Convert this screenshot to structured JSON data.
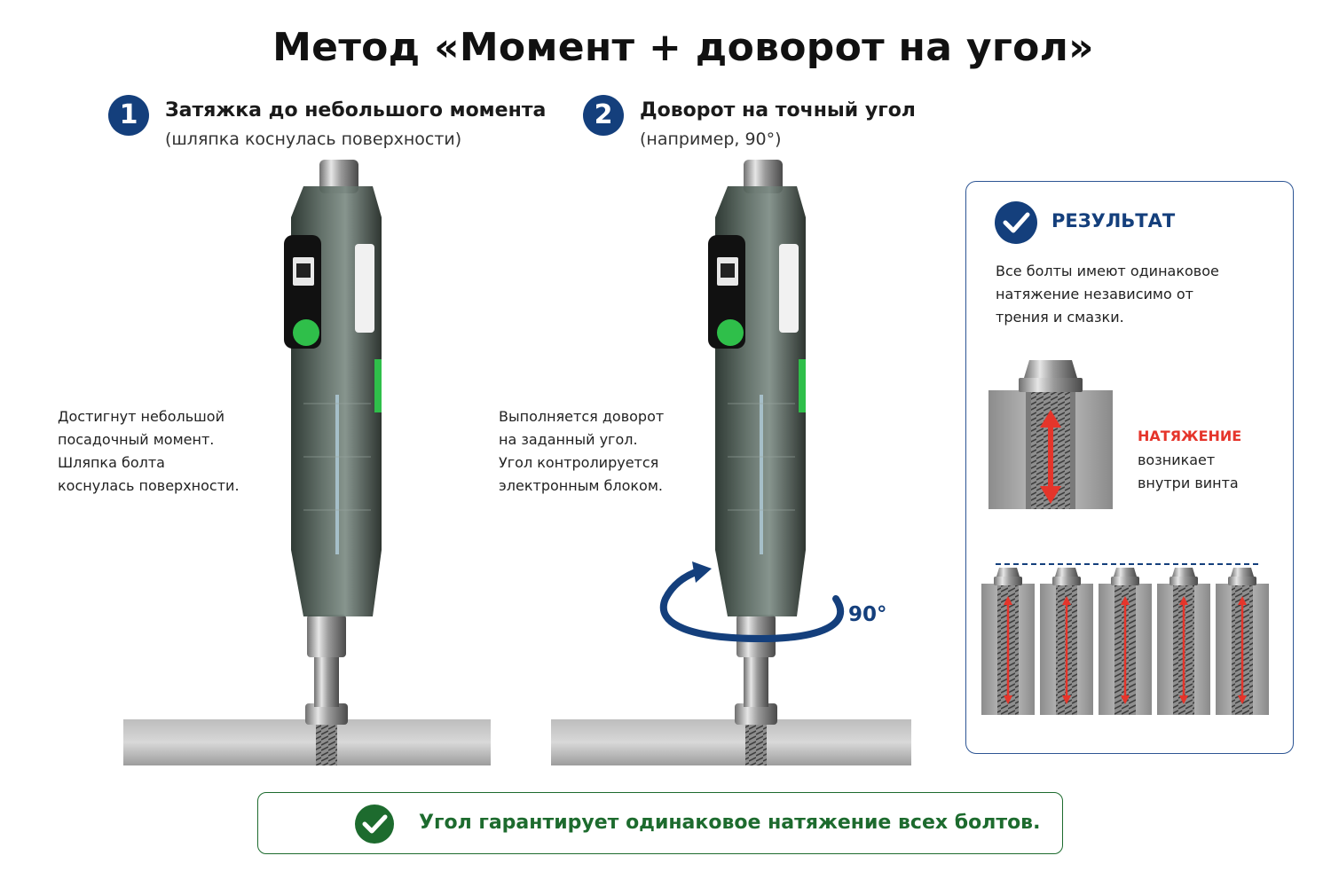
{
  "title": "Метод «Момент + доворот на угол»",
  "steps": [
    {
      "number": "1",
      "title": "Затяжка до небольшого момента",
      "subtitle": "(шляпка коснулась поверхности)",
      "description": [
        "Достигнут небольшой",
        "посадочный момент.",
        "Шляпка болта",
        "коснулась поверхности."
      ]
    },
    {
      "number": "2",
      "title": "Доворот на точный угол",
      "subtitle": "(например, 90°)",
      "description": [
        "Выполняется доворот",
        "на заданный угол.",
        "Угол контролируется",
        "электронным блоком."
      ],
      "angle_label": "90°"
    }
  ],
  "result": {
    "title": "РЕЗУЛЬТАТ",
    "text": [
      "Все болты имеют одинаковое",
      "натяжение независимо от",
      "трения и смазки."
    ],
    "tension_word": "НАТЯЖЕНИЕ",
    "tension_text": [
      "возникает",
      "внутри винта"
    ],
    "bolt_count": 5
  },
  "bottom_banner": {
    "text": "Угол гарантирует одинаковое натяжение всех болтов."
  },
  "colors": {
    "accent_blue": "#143f7c",
    "accent_green": "#1d6b2e",
    "tension_red": "#e5352b",
    "button_green": "#2fbf4a"
  },
  "icons": {
    "check": "check-circle-icon",
    "rotation": "rotation-arrow-icon"
  }
}
